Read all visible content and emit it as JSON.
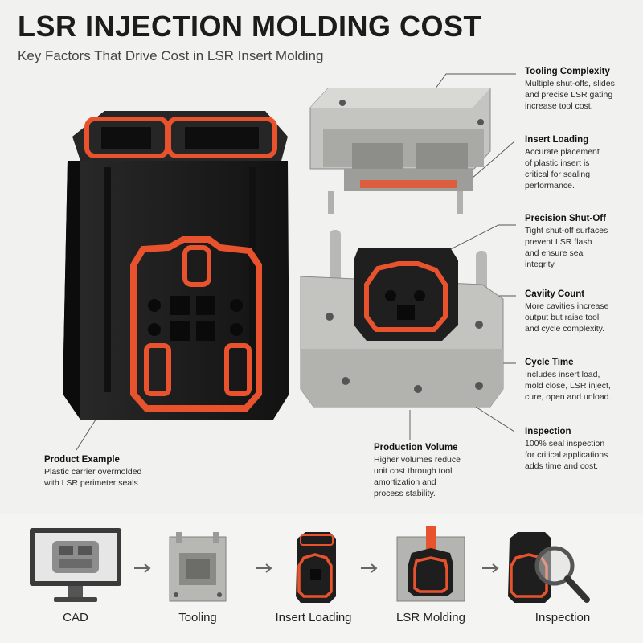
{
  "header": {
    "title": "LSR INJECTION MOLDING COST",
    "subtitle": "Key Factors That Drive Cost in LSR Insert Molding"
  },
  "callouts": {
    "tooling": {
      "heading": "Tooling Complexity",
      "lines": [
        "Multiple shut-offs, slides",
        "and precise LSR gating",
        "increase tool cost."
      ]
    },
    "insert": {
      "heading": "Insert Loading",
      "lines": [
        "Accurate placement",
        "of plastic insert is",
        "critical for sealing",
        "performance."
      ]
    },
    "shutoff": {
      "heading": "Precision Shut-Off",
      "lines": [
        "Tight shut-off surfaces",
        "prevent LSR flash",
        "and ensure seal",
        "integrity."
      ]
    },
    "cavity": {
      "heading": "Caviity Count",
      "lines": [
        "More cavities increase",
        "output but raise tool",
        "and cycle complexity."
      ]
    },
    "cycle": {
      "heading": "Cycle Time",
      "lines": [
        "Includes insert load,",
        "mold close, LSR inject,",
        "cure, open and unload."
      ]
    },
    "inspection": {
      "heading": "Inspection",
      "lines": [
        "100% seal inspection",
        "for critical applications",
        "adds time and cost."
      ]
    },
    "volume": {
      "heading": "Production Volume",
      "lines": [
        "Higher volumes reduce",
        "unit cost through tool",
        "amortization and",
        "process stability."
      ]
    },
    "product": {
      "heading": "Product Example",
      "lines": [
        "Plastic carrier overmolded",
        "with LSR perimeter seals"
      ]
    }
  },
  "steps": [
    "CAD",
    "Tooling",
    "Insert Loading",
    "LSR Molding",
    "Inspection"
  ],
  "colors": {
    "seal": "#e8532e",
    "plastic": "#1d1d1d",
    "steel": "#b9b9b6",
    "leader": "#555555"
  }
}
